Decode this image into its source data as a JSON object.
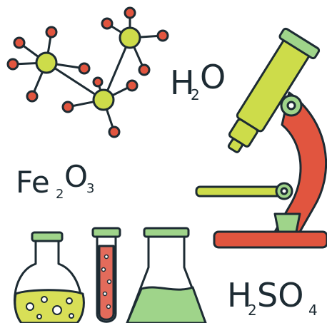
{
  "formulas": {
    "water": {
      "base": "H",
      "sub": "2",
      "tail": "O"
    },
    "iron_oxide": {
      "base": "Fe",
      "sub1": "2",
      "mid": "O",
      "sub2": "3"
    },
    "sulfuric_acid": {
      "base": "H",
      "sub1": "2",
      "mid": "SO",
      "sub2": "4"
    }
  },
  "colors": {
    "outline": "#1d2b33",
    "lime": "#cddc4a",
    "red": "#e1553f",
    "green": "#9fd48a",
    "yellow_liquid": "#d8df57",
    "pink_liquid": "#e36b5b",
    "glass": "#ffffff"
  },
  "icons": [
    "molecule-icon",
    "microscope-icon",
    "flask-round-icon",
    "test-tube-icon",
    "flask-conical-icon"
  ]
}
